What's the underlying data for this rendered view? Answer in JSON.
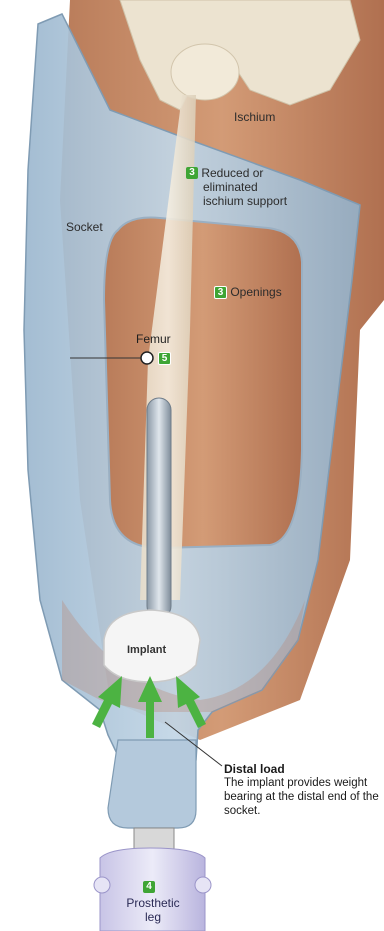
{
  "labels": {
    "ischium": "Ischium",
    "socket": "Socket",
    "femur": "Femur",
    "implant": "Implant",
    "reduced_support_badge": "3",
    "reduced_support_line1": "Reduced or",
    "reduced_support_line2": "eliminated",
    "reduced_support_line3": "ischium support",
    "openings_badge": "3",
    "openings": "Openings",
    "femur_badge": "5",
    "prosthetic_badge": "4",
    "prosthetic_line1": "Prosthetic",
    "prosthetic_line2": "leg"
  },
  "callout": {
    "title": "Distal load",
    "description": "The implant provides weight bearing at the distal end of the socket."
  },
  "colors": {
    "skin": "#c98f6a",
    "socket": "#a9c4da",
    "badge": "#3fa535",
    "arrows": "#4cb342"
  }
}
